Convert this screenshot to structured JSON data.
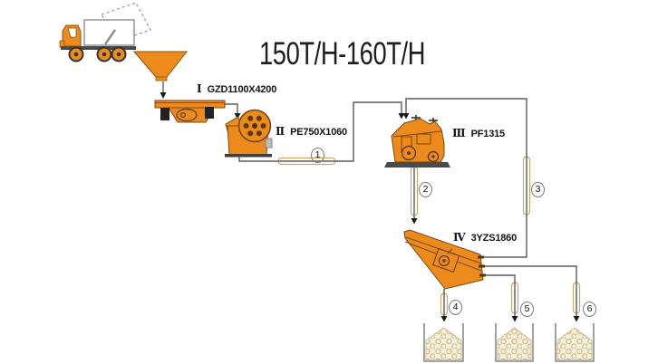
{
  "title": "150T/H-160T/H",
  "equipment": [
    {
      "numeral": "Ⅰ",
      "model": "GZD1100X4200"
    },
    {
      "numeral": "Ⅱ",
      "model": "PE750X1060"
    },
    {
      "numeral": "Ⅲ",
      "model": "PF1315"
    },
    {
      "numeral": "Ⅳ",
      "model": "3YZS1860"
    }
  ],
  "flow_numbers": [
    "1",
    "2",
    "3",
    "4",
    "5",
    "6"
  ],
  "colors": {
    "machine_orange": "#EC8A1B",
    "machine_outline": "#7A4A10",
    "flow_line_gray": "#5C5C5C",
    "arrow_black": "#1B1B1B",
    "conveyor_outline_tan": "#C9A767",
    "bin_wall_gray": "#8A8A8A",
    "bin_material_fill": "#F5EFDC",
    "pebble_outline": "#CDB97F"
  }
}
